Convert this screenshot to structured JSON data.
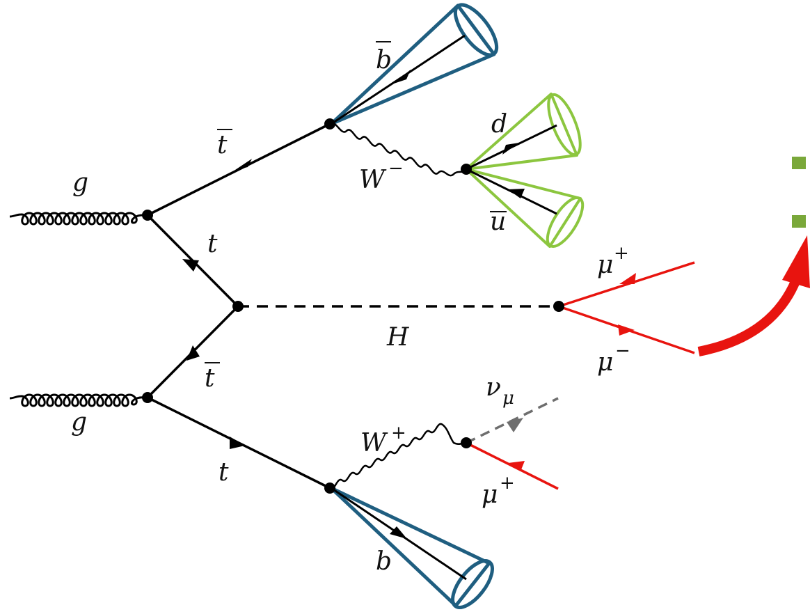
{
  "particles": {
    "gluon_top": "g",
    "gluon_bottom": "g",
    "antitop_upper": "t",
    "top_upper": "t",
    "antitop_lower": "t",
    "top_lower": "t",
    "bbar": "b",
    "b": "b",
    "wminus": "W",
    "wminus_charge": "−",
    "wplus": "W",
    "wplus_charge": "+",
    "d": "d",
    "ubar": "u",
    "higgs": "H",
    "muplus_h": "μ",
    "muplus_h_charge": "+",
    "muminus_h": "μ",
    "muminus_h_charge": "−",
    "nu": "ν",
    "nu_sub": "μ",
    "muplus_w": "μ",
    "muplus_w_charge": "+"
  },
  "colors": {
    "fermion": "#000000",
    "b_jet": "#1f5e80",
    "light_jet": "#8cc63f",
    "muon": "#e8140f",
    "neutrino": "#6e6e6e",
    "marker": "#7aa83a"
  }
}
